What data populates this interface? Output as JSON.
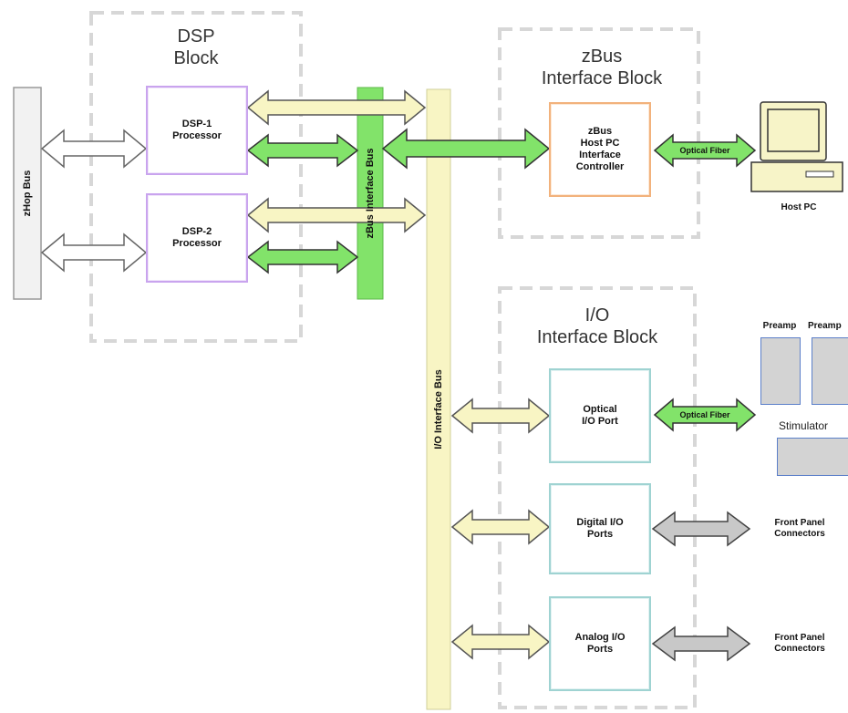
{
  "blocks": {
    "dsp_title": "DSP\nBlock",
    "zbus_title": "zBus\nInterface Block",
    "io_title": "I/O\nInterface Block"
  },
  "buses": {
    "zhop": "zHop Bus",
    "zbus": "zBus Interface Bus",
    "io": "I/O Interface Bus"
  },
  "components": {
    "dsp1": "DSP-1\nProcessor",
    "dsp2": "DSP-2\nProcessor",
    "zbus_ctrl": "zBus\nHost PC\nInterface\nController",
    "optical_io": "Optical\nI/O Port",
    "digital_io": "Digital I/O\nPorts",
    "analog_io": "Analog I/O\nPorts"
  },
  "links": {
    "fiber_top": "Optical Fiber",
    "fiber_io": "Optical Fiber"
  },
  "external": {
    "host_pc": "Host PC",
    "preamp_1": "Preamp",
    "preamp_2": "Preamp",
    "stimulator": "Stimulator",
    "front_panel_1": "Front Panel\nConnectors",
    "front_panel_2": "Front Panel\nConnectors"
  },
  "colors": {
    "dsp_border": "#c9a4ee",
    "zbus_border": "#f2b27c",
    "io_border": "#9fd3d2",
    "bus_green": "#82e36a",
    "bus_cream": "#f8f5c4",
    "arrow_gray": "#c8c8c8",
    "device_gray": "#d3d3d3"
  }
}
